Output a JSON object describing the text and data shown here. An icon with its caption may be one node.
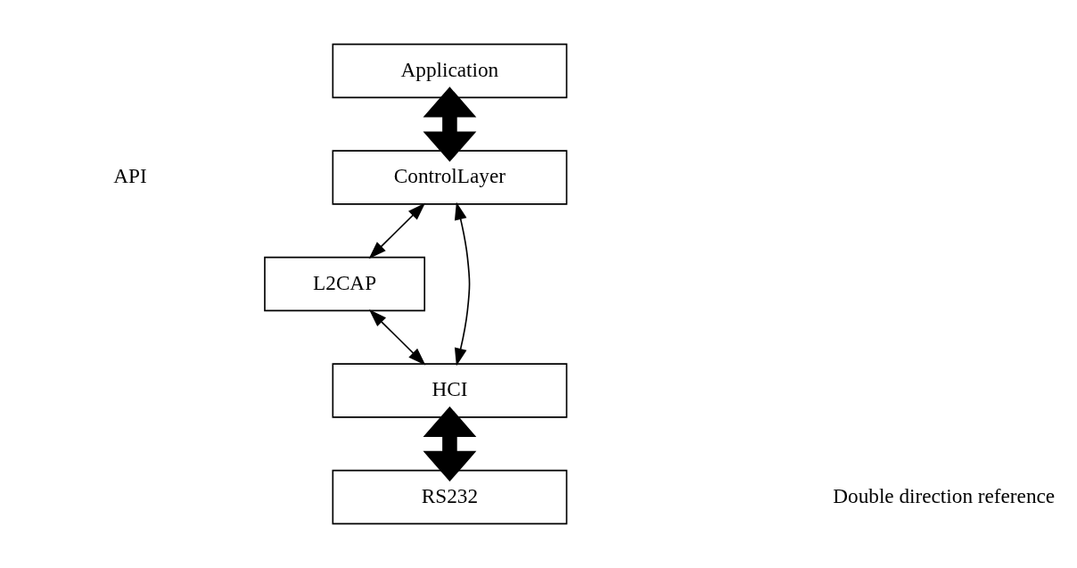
{
  "diagram": {
    "nodes": [
      {
        "text": [
          "Application"
        ]
      },
      {
        "text": [
          "ControlLayer"
        ]
      },
      {
        "text": [
          "L2CAP"
        ]
      },
      {
        "text": [
          "HCI"
        ]
      },
      {
        "text": [
          "RS232"
        ]
      }
    ],
    "edges": [
      {
        "from": 0,
        "to": 1,
        "arrow": "both",
        "style": "thick"
      },
      {
        "from": 1,
        "to": 2,
        "arrow": "both"
      },
      {
        "from": 2,
        "to": 3,
        "arrow": "both"
      },
      {
        "from": 1,
        "to": 3,
        "arrow": "both"
      },
      {
        "from": 3,
        "to": 4,
        "arrow": "both",
        "style": "thick"
      }
    ],
    "labels": [
      "API"
    ],
    "legend": [
      {
        "text": "Double direction reference"
      }
    ]
  }
}
